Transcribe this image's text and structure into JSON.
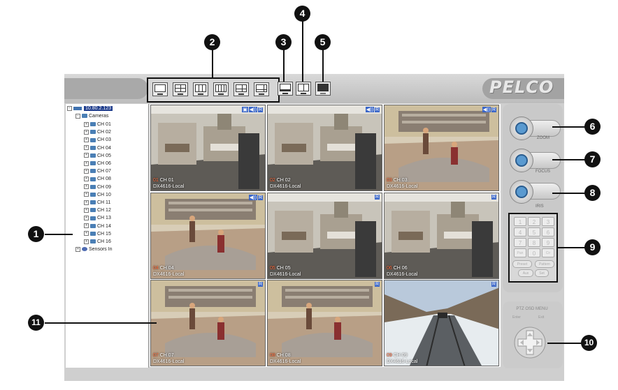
{
  "logo": "PELCO",
  "toolbar": {
    "layout_buttons": [
      "layout-1x1",
      "layout-2x2",
      "layout-3x3",
      "layout-4x4",
      "layout-1plus5",
      "layout-1plus7"
    ],
    "extra_buttons": [
      "sequence-button",
      "multi-monitor-button",
      "fullscreen-button"
    ]
  },
  "tree": {
    "host": "10.80.2.123",
    "cameras_label": "Cameras",
    "channels": [
      "CH 01",
      "CH 02",
      "CH 03",
      "CH 04",
      "CH 05",
      "CH 06",
      "CH 07",
      "CH 08",
      "CH 09",
      "CH 10",
      "CH 11",
      "CH 12",
      "CH 13",
      "CH 14",
      "CH 15",
      "CH 16"
    ],
    "sensors_label": "Sensors In"
  },
  "tiles": [
    {
      "num": "01",
      "label": "CH 01",
      "device": "DX4616-Local",
      "scene": "office",
      "status": [
        "▣",
        "◀))",
        "R"
      ]
    },
    {
      "num": "02",
      "label": "CH 02",
      "device": "DX4616-Local",
      "scene": "office",
      "status": [
        "◀))",
        "R"
      ]
    },
    {
      "num": "03",
      "label": "CH 03",
      "device": "DX4616-Local",
      "scene": "store",
      "status": [
        "◀))",
        "R"
      ]
    },
    {
      "num": "04",
      "label": "CH 04",
      "device": "DX4616-Local",
      "scene": "store",
      "status": [
        "◀))",
        "R"
      ]
    },
    {
      "num": "05",
      "label": "CH 05",
      "device": "DX4616-Local",
      "scene": "office",
      "status": [
        "R"
      ]
    },
    {
      "num": "06",
      "label": "CH 06",
      "device": "DX4616-Local",
      "scene": "office",
      "status": [
        "R"
      ]
    },
    {
      "num": "07",
      "label": "CH 07",
      "device": "DX4616-Local",
      "scene": "store",
      "status": [
        "R"
      ]
    },
    {
      "num": "08",
      "label": "CH 08",
      "device": "DX4616-Local",
      "scene": "store",
      "status": [
        "R"
      ]
    },
    {
      "num": "09",
      "label": "CH 09",
      "device": "DX4616-Local",
      "scene": "rail",
      "status": [
        "R"
      ]
    }
  ],
  "ptz": {
    "zoom_label": "ZOOM",
    "focus_label": "FOCUS",
    "iris_label": "IRIS",
    "keys": [
      "1",
      "2",
      "3",
      "4",
      "5",
      "6",
      "7",
      "8",
      "9",
      "Pan",
      "0",
      "Cir"
    ],
    "preset_label": "Preset",
    "pattern_label": "Pattern",
    "aux_label": "Aux",
    "set_label": "Set",
    "menu_label": "PTZ OSD MENU",
    "enter_label": "Enter",
    "exit_label": "Exit"
  },
  "callouts": [
    "1",
    "2",
    "3",
    "4",
    "5",
    "6",
    "7",
    "8",
    "9",
    "10",
    "11"
  ],
  "colors": {
    "tree_host_bg": "#1e3c8c",
    "channel_num": "#ff6a3a",
    "accent_blue": "#3a66c8",
    "callout": "#111111"
  }
}
